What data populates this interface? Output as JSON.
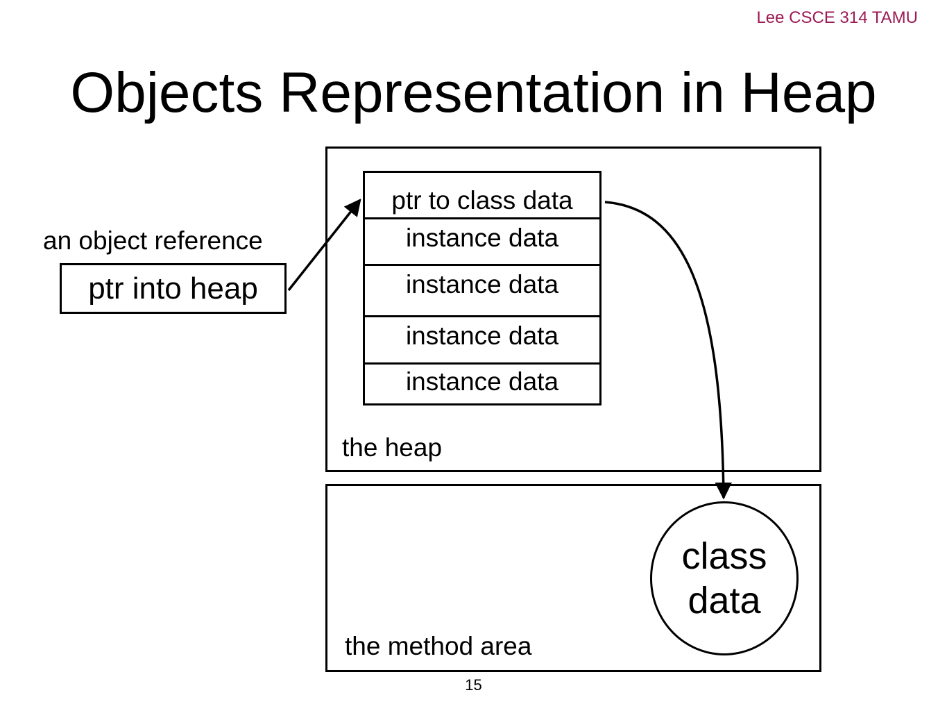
{
  "header": {
    "course": "Lee CSCE 314 TAMU",
    "title": "Objects Representation in Heap"
  },
  "reference": {
    "label": "an object reference",
    "box_text": "ptr into heap"
  },
  "heap": {
    "label": "the heap",
    "object": {
      "header": "ptr to class data",
      "fields": [
        "instance data",
        "instance data",
        "instance data",
        "instance data"
      ]
    }
  },
  "method_area": {
    "label": "the method area",
    "class_data": "class data"
  },
  "footer": {
    "page": "15"
  }
}
